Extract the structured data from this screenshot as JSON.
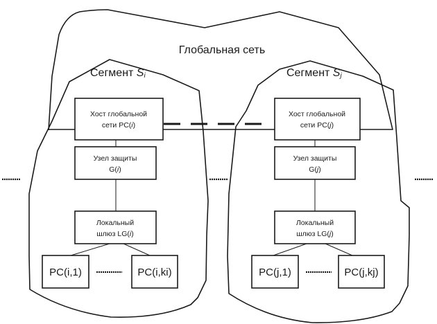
{
  "diagram": {
    "global_network_label": "Глобальная сеть",
    "segments": [
      {
        "id": "i",
        "label": "Сегмент ",
        "symbol": "S",
        "subscript": "i",
        "host": {
          "line1": "Хост глобальной",
          "line2_prefix": "сети PC(",
          "line2_var": "i",
          "line2_suffix": ")"
        },
        "guard": {
          "line1": "Узел защиты",
          "line2_prefix": "G(",
          "line2_var": "i",
          "line2_suffix": ")"
        },
        "gateway": {
          "line1": "Локальный",
          "line2_prefix": "шлюз LG(",
          "line2_var": "i",
          "line2_suffix": ")"
        },
        "pc_first": "PC(i,1)",
        "pc_last": "PC(i,ki)",
        "pc_ellipsis": "........"
      },
      {
        "id": "j",
        "label": "Сегмент ",
        "symbol": "S",
        "subscript": "j",
        "host": {
          "line1": "Хост глобальной",
          "line2_prefix": "сети PC(",
          "line2_var": "j",
          "line2_suffix": ")"
        },
        "guard": {
          "line1": "Узел защиты",
          "line2_prefix": "G(",
          "line2_var": "j",
          "line2_suffix": ")"
        },
        "gateway": {
          "line1": "Локальный",
          "line2_prefix": "шлюз LG(",
          "line2_var": "j",
          "line2_suffix": ")"
        },
        "pc_first": "PC(j,1)",
        "pc_last": "PC(j,kj)",
        "pc_ellipsis": "........"
      }
    ],
    "between_segments_ellipsis": "......",
    "connection": {
      "type": "dashed",
      "from": "host-i",
      "to": "host-j"
    }
  }
}
